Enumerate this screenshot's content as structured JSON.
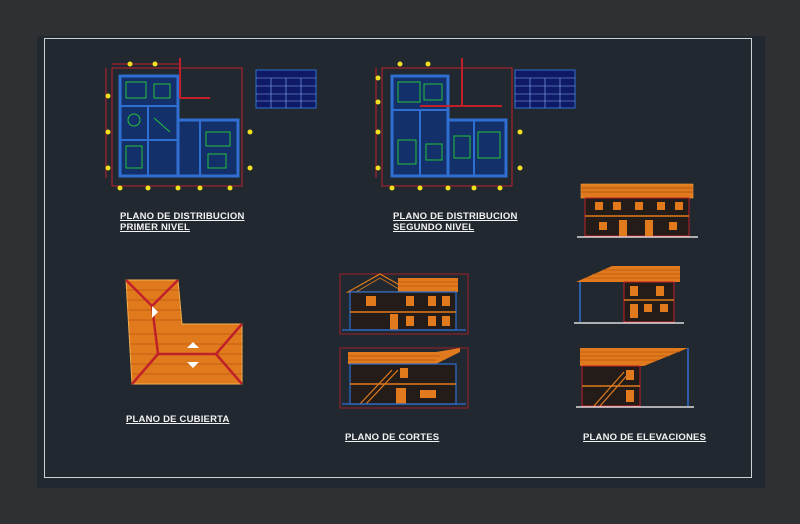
{
  "colors": {
    "background": "#212830",
    "wall": "#2f6fd1",
    "roof": "#e07a1c",
    "grid_line": "#c0202a",
    "furniture": "#22c23a",
    "axis_bubble": "#f0e020",
    "frame": "#cfd3d8",
    "label_text": "#f2f2f2"
  },
  "labels": {
    "plan_first": "PLANO DE DISTRIBUCION\nPRIMER NIVEL",
    "plan_second": "PLANO DE DISTRIBUCION\nSEGUNDO NIVEL",
    "roof": "PLANO DE CUBIERTA",
    "sections": "PLANO DE CORTES",
    "elevations": "PLANO DE ELEVACIONES"
  }
}
